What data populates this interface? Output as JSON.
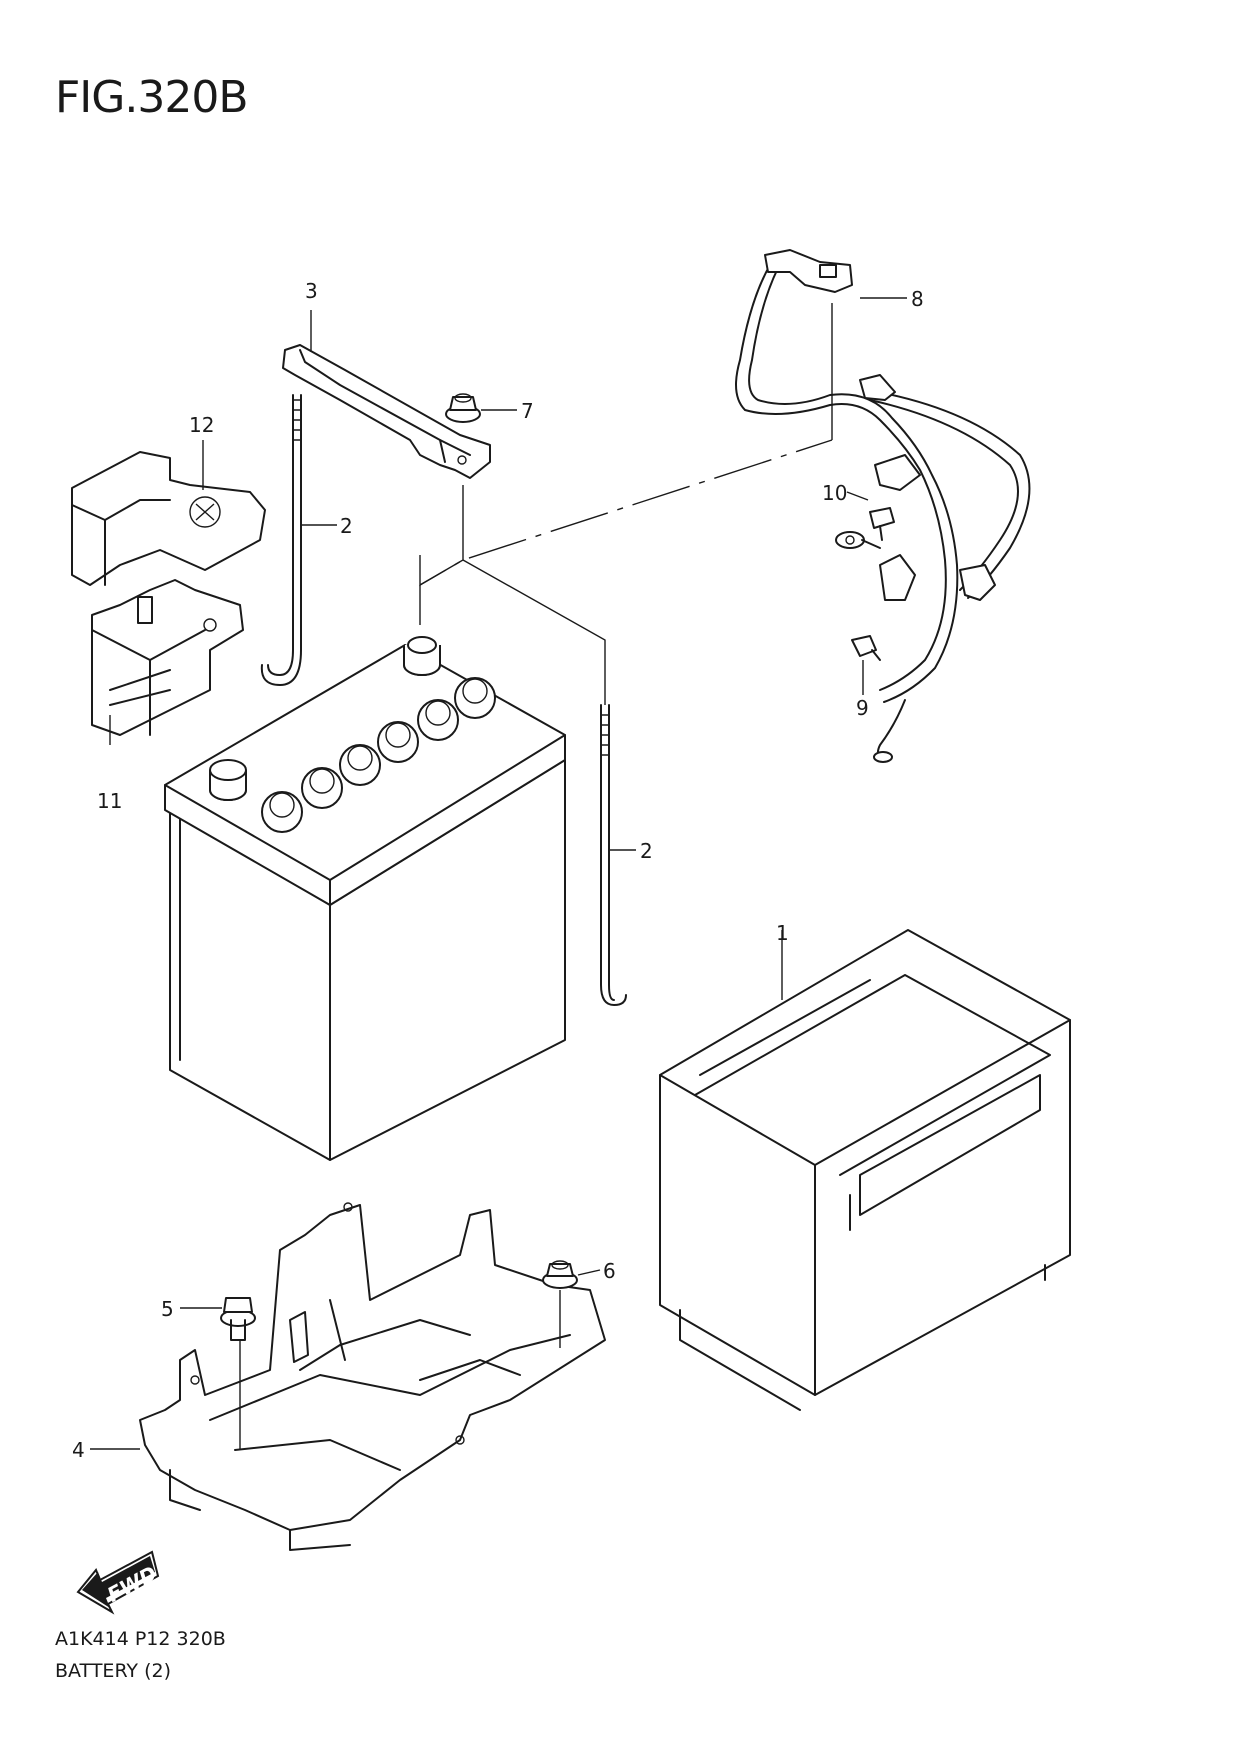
{
  "figure": {
    "title": "FIG.320B",
    "code": "A1K414 P12 320B",
    "name": "BATTERY (2)"
  },
  "callouts": [
    "1",
    "2",
    "2",
    "3",
    "4",
    "5",
    "6",
    "7",
    "8",
    "9",
    "10",
    "11",
    "12"
  ],
  "direction_indicator": {
    "label": "FWD",
    "icon": "forward-arrow-icon"
  }
}
